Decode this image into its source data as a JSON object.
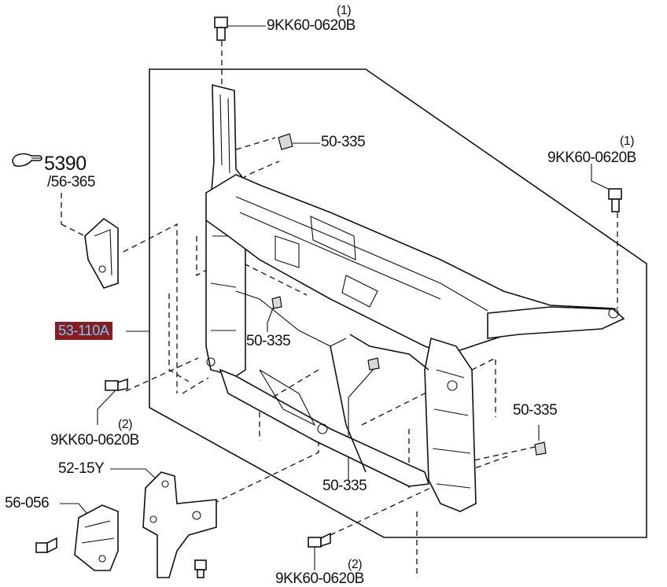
{
  "callouts": {
    "bolt_top_code": "9KK60-0620B",
    "bolt_top_qty": "(1)",
    "clip_top_code": "50-335",
    "bolt_right_qty": "(1)",
    "bolt_right_code": "9KK60-0620B",
    "ref_5390": "5390",
    "ref_56_365": "/56-365",
    "main_panel": "53-110A",
    "clip_mid_left": "50-335",
    "bolt_left_qty": "(2)",
    "bolt_left_code": "9KK60-0620B",
    "clip_right": "50-335",
    "clip_bottom": "50-335",
    "bracket_52_15y": "52-15Y",
    "bracket_56_056": "56-056",
    "bolt_bottom_qty": "(2)",
    "bolt_bottom_code": "9KK60-0620B"
  },
  "colors": {
    "highlight_bg": "#8c1a1f",
    "highlight_text": "#5fd1ff",
    "line": "#111111"
  },
  "icons": {
    "reference_arrow": "hand-pointer-icon"
  }
}
